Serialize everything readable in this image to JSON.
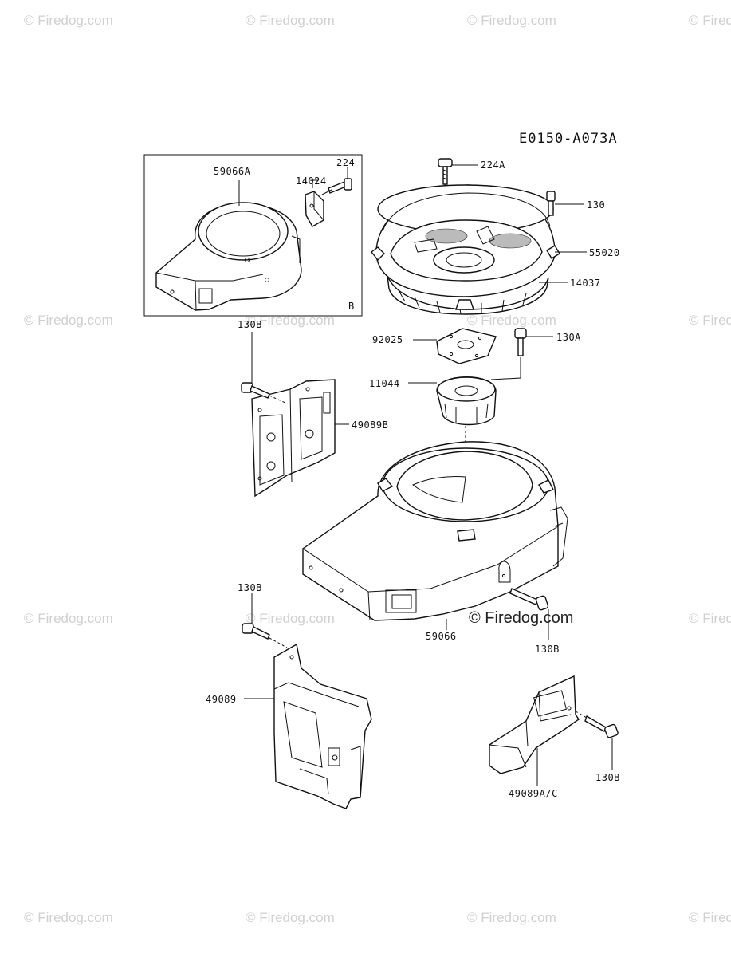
{
  "diagram": {
    "code": "E0150-A073A",
    "inset_tag": "B",
    "copyright": "© Firedog.com"
  },
  "watermark": "© Firedog.com",
  "parts": {
    "p224": "224",
    "p59066A": "59066A",
    "p14024": "14024",
    "p224A": "224A",
    "p130": "130",
    "p55020": "55020",
    "p14037": "14037",
    "p130B_1": "130B",
    "p92025": "92025",
    "p130A": "130A",
    "p11044": "11044",
    "p49089B": "49089B",
    "p130B_2": "130B",
    "p59066": "59066",
    "p130B_3": "130B",
    "p49089": "49089",
    "p130B_4": "130B",
    "p49089AC": "49089A/C"
  }
}
